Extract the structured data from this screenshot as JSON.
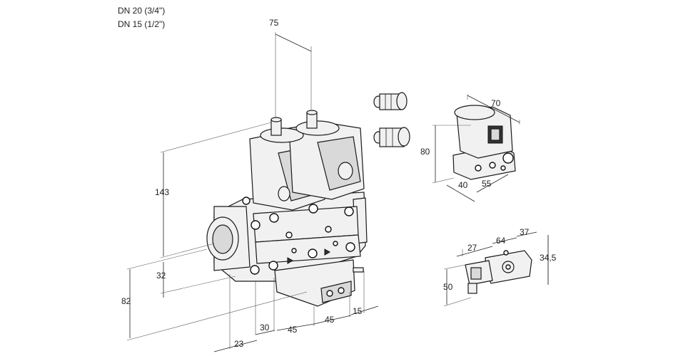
{
  "header": {
    "line1": "DN 20 (3/4\")",
    "line2": "DN 15 (1/2\")"
  },
  "dimensions": {
    "main": {
      "d75": "75",
      "d143": "143",
      "d32": "32",
      "d82": "82",
      "d23": "23",
      "d30": "30",
      "d45a": "45",
      "d45b": "45",
      "d15": "15"
    },
    "side_module": {
      "d70": "70",
      "d80": "80",
      "d40": "40",
      "d55": "55"
    },
    "small_module": {
      "d27": "27",
      "d64": "64",
      "d37": "37",
      "d34_5": "34,5",
      "d50": "50"
    }
  }
}
